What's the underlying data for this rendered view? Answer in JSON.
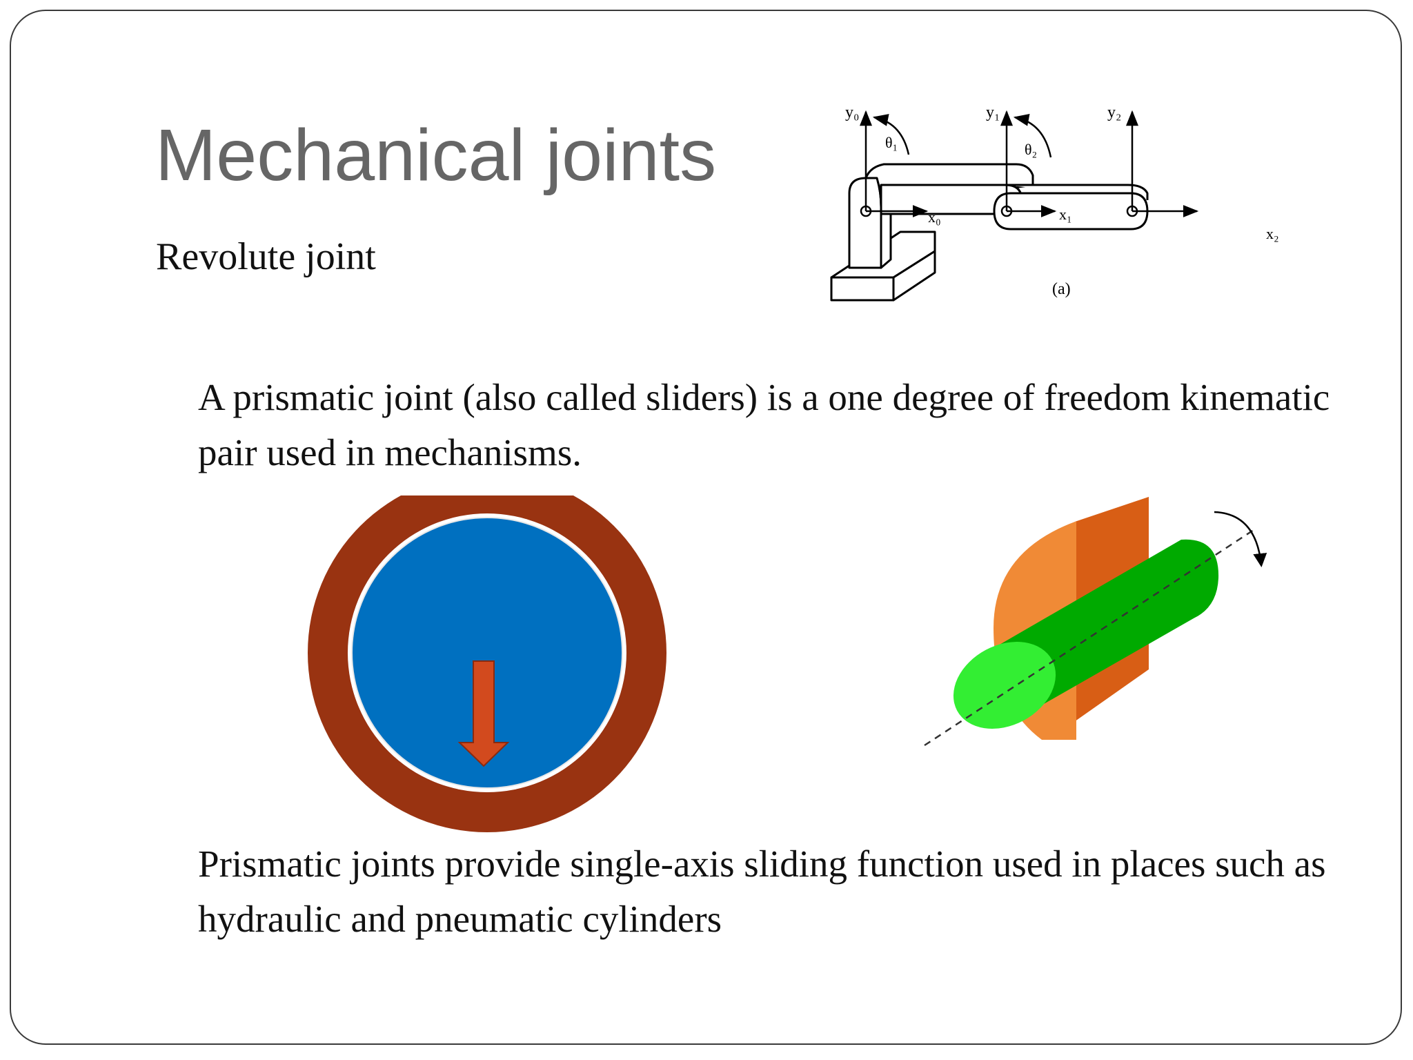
{
  "slide": {
    "title": "Mechanical joints",
    "subtitle": "Revolute joint",
    "paragraph_1": "A prismatic joint (also called sliders) is a one degree of freedom kinematic pair used in mechanisms.",
    "paragraph_2": "Prismatic joints provide single-axis sliding function used in places such as hydraulic and pneumatic cylinders"
  },
  "arm_diagram": {
    "labels": {
      "y0": "y₀",
      "y1": "y₁",
      "y2": "y₂",
      "x0": "x₀",
      "x1": "x₁",
      "x2": "x₂",
      "theta1": "θ₁",
      "theta2": "θ₂",
      "caption": "(a)"
    }
  },
  "colors": {
    "title": "#666666",
    "text": "#111111",
    "bearing_ring": "#993311",
    "bearing_core": "#0070c0",
    "arrow": "#d24a1e",
    "slider_block": "#f08a36",
    "slider_block_side": "#d85e15",
    "rod": "#00aa00",
    "rod_end": "#33ee33"
  }
}
